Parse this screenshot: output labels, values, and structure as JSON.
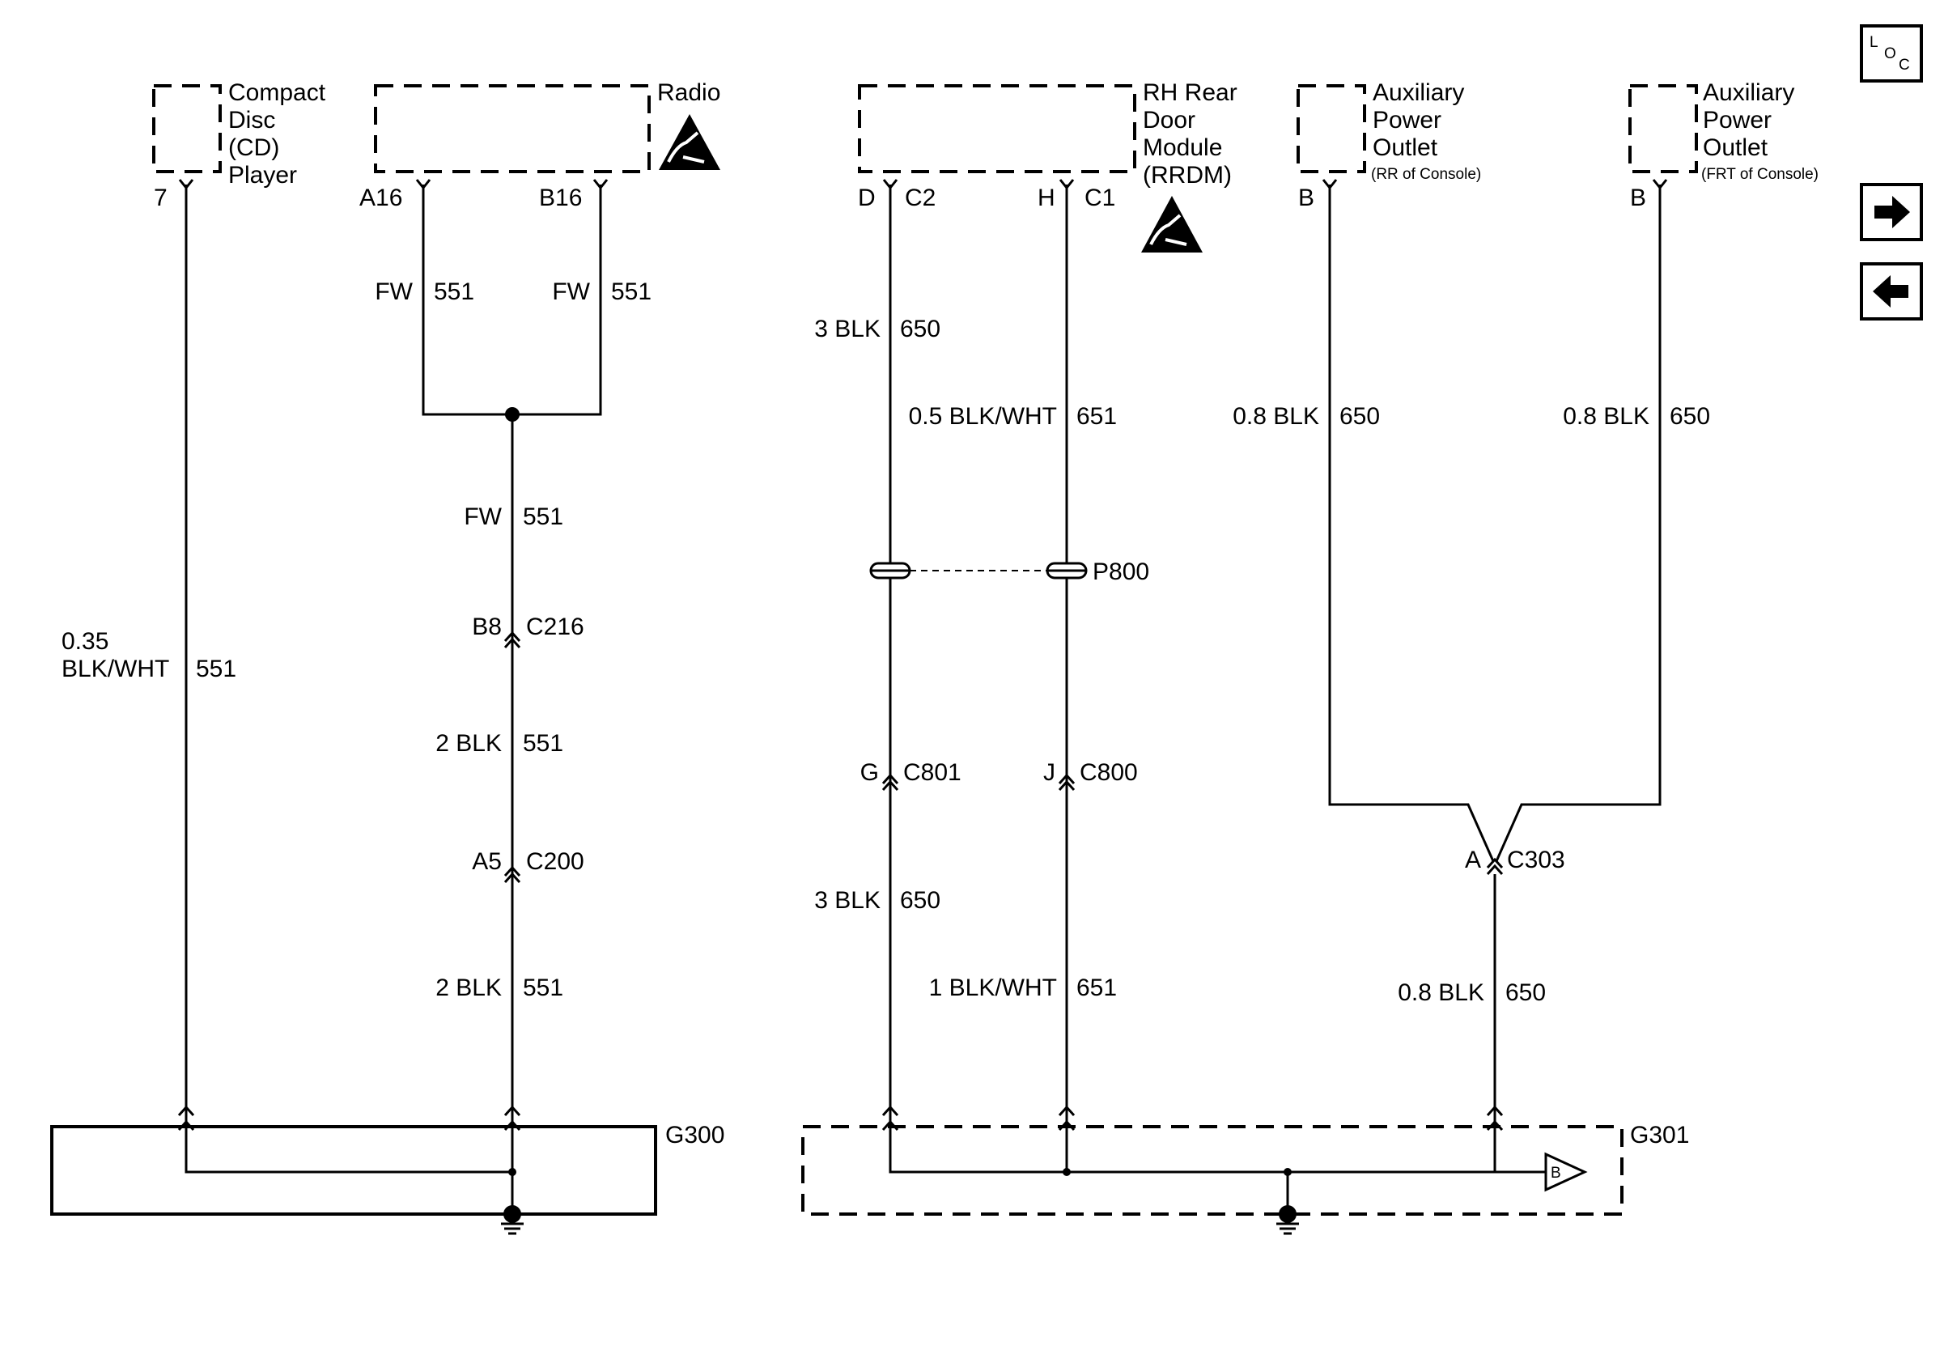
{
  "components": {
    "cd_player": {
      "lines": [
        "Compact",
        "Disc",
        "(CD)",
        "Player"
      ]
    },
    "radio": {
      "label": "Radio"
    },
    "rrdm": {
      "lines": [
        "RH Rear",
        "Door",
        "Module",
        "(RRDM)"
      ]
    },
    "aux_rr": {
      "lines": [
        "Auxiliary",
        "Power",
        "Outlet"
      ],
      "note": "(RR of Console)"
    },
    "aux_frt": {
      "lines": [
        "Auxiliary",
        "Power",
        "Outlet"
      ],
      "note": "(FRT of Console)"
    }
  },
  "pins": {
    "cd_7": "7",
    "radio_a16": "A16",
    "radio_b16": "B16",
    "rrdm_d": "D",
    "rrdm_c2": "C2",
    "rrdm_h": "H",
    "rrdm_c1": "C1",
    "aux_rr_b": "B",
    "aux_frt_b": "B"
  },
  "wires": {
    "cd_color": "0.35",
    "cd_color2": "BLK/WHT",
    "cd_circuit": "551",
    "radio_a16_color": "FW",
    "radio_a16_circuit": "551",
    "radio_b16_color": "FW",
    "radio_b16_circuit": "551",
    "radio_mid_color": "FW",
    "radio_mid_circuit": "551",
    "radio_low1_color": "2 BLK",
    "radio_low1_circuit": "551",
    "radio_low2_color": "2 BLK",
    "radio_low2_circuit": "551",
    "rrdm_d_color": "3 BLK",
    "rrdm_d_circuit": "650",
    "rrdm_h_color": "0.5 BLK/WHT",
    "rrdm_h_circuit": "651",
    "rrdm_g_color": "3 BLK",
    "rrdm_g_circuit": "650",
    "rrdm_j_color": "1 BLK/WHT",
    "rrdm_j_circuit": "651",
    "aux_rr_color": "0.8 BLK",
    "aux_rr_circuit": "650",
    "aux_frt_color": "0.8 BLK",
    "aux_frt_circuit": "650",
    "aux_low_color": "0.8 BLK",
    "aux_low_circuit": "650"
  },
  "connectors": {
    "c216_pin": "B8",
    "c216": "C216",
    "c200_pin": "A5",
    "c200": "C200",
    "c801_pin": "G",
    "c801": "C801",
    "c800_pin": "J",
    "c800": "C800",
    "c303_pin": "A",
    "c303": "C303",
    "p800": "P800"
  },
  "grounds": {
    "g300": "G300",
    "g301": "G301",
    "offpage_ref": "B"
  },
  "nav": {
    "loc_l": "L",
    "loc_o": "O",
    "loc_c": "C",
    "next_icon": "arrow-right-icon",
    "prev_icon": "arrow-left-icon"
  }
}
